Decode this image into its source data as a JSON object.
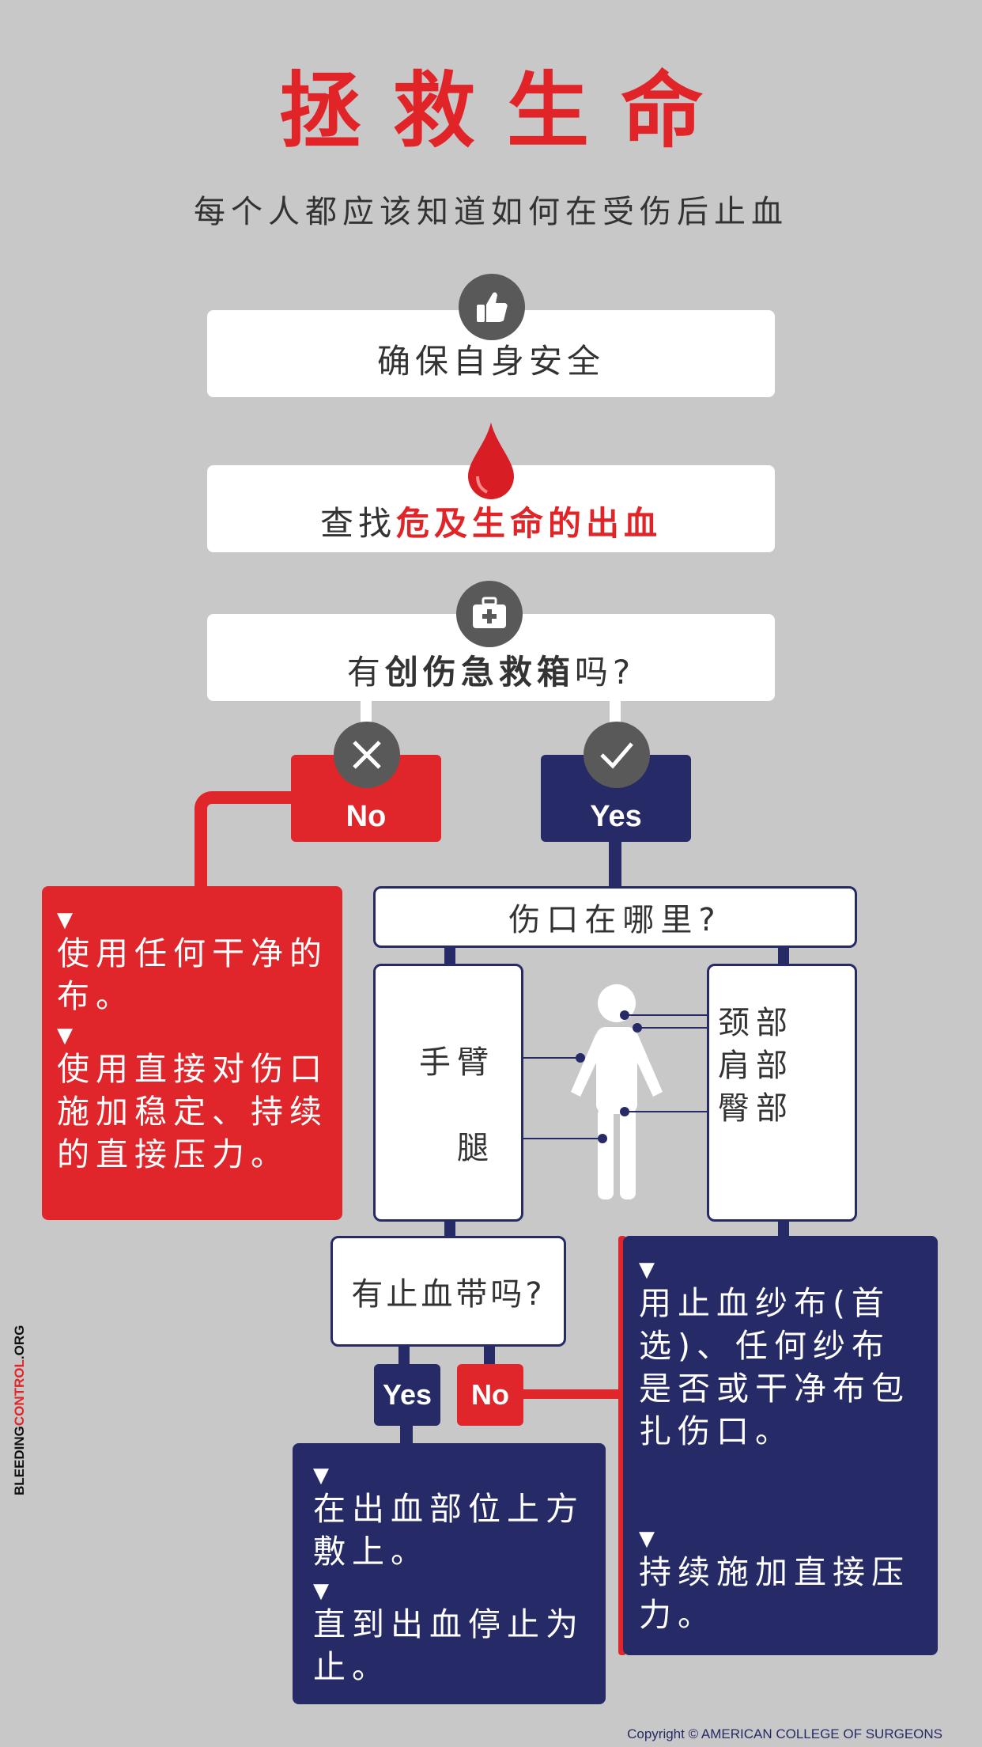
{
  "title": "拯救生命",
  "subtitle": "每个人都应该知道如何在受伤后止血",
  "step1": {
    "text": "确保自身安全",
    "icon": "thumbs-up-icon"
  },
  "step2": {
    "prefix": "查找",
    "highlight": "危及生命的出血",
    "icon": "blood-drop-icon"
  },
  "step3": {
    "prefix": "有",
    "bold": "创伤急救箱",
    "suffix": "吗?",
    "icon": "first-aid-kit-icon"
  },
  "no_tag": "No",
  "yes_tag": "Yes",
  "no_panel": {
    "line1": "使用任何干净的布。",
    "line2": "使用直接对伤口施加稳定、持续的直接压力。"
  },
  "wound_question": "伤口在哪里?",
  "left_parts": {
    "arm": "手臂",
    "leg": "腿"
  },
  "right_parts": {
    "neck": "颈部",
    "shoulder": "肩部",
    "groin": "臀部"
  },
  "tourniquet_question": "有止血带吗?",
  "yes_tag2": "Yes",
  "no_tag2": "No",
  "yes_panel": {
    "line1": "在出血部位上方敷上。",
    "line2": "直到出血停止为止。"
  },
  "right_panel": {
    "line1": "用止血纱布(首选)、任何纱布是否或干净布包扎伤口。",
    "line2": "持续施加直接压力。"
  },
  "vertical_text": {
    "part1": "BLEEDING",
    "part2": "CONTROL",
    "part3": ".ORG"
  },
  "copyright": "Copyright © AMERICAN COLLEGE OF SURGEONS",
  "colors": {
    "red": "#e02428",
    "navy": "#262a66",
    "background": "#c8c8c8"
  }
}
